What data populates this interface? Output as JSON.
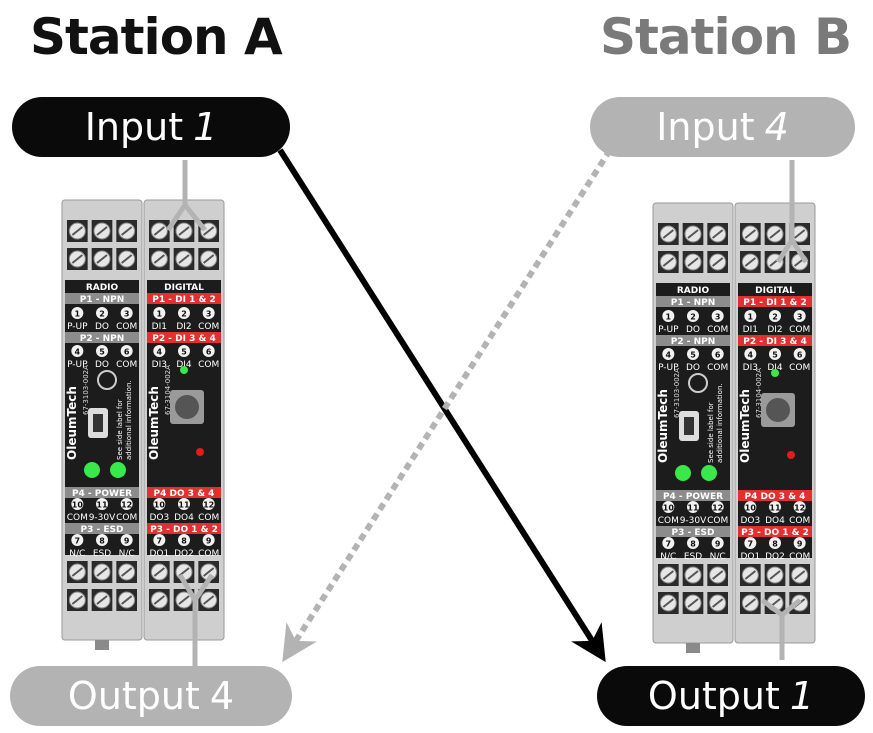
{
  "stations": {
    "a": {
      "title": "Station A"
    },
    "b": {
      "title": "Station B"
    }
  },
  "pills": {
    "input_a": {
      "label": "Input",
      "num": "1"
    },
    "input_b": {
      "label": "Input",
      "num": "4"
    },
    "output_a": {
      "label": "Output",
      "num": "4"
    },
    "output_b": {
      "label": "Output",
      "num": "1"
    }
  },
  "device": {
    "radio": {
      "header": "RADIO",
      "p1": "P1 - NPN",
      "p2": "P2 - NPN",
      "p4": "P4 - POWER",
      "p3": "P3 - ESD",
      "row1": [
        "P-UP",
        "DO",
        "COM"
      ],
      "row2": [
        "P-UP",
        "DO",
        "COM"
      ],
      "row3": [
        "COM",
        "9-30V",
        "COM"
      ],
      "row4": [
        "N/C",
        "ESD",
        "N/C"
      ],
      "nums1": [
        "1",
        "2",
        "3"
      ],
      "nums2": [
        "4",
        "5",
        "6"
      ],
      "nums3": [
        "10",
        "11",
        "12"
      ],
      "nums4": [
        "7",
        "8",
        "9"
      ],
      "part": "67-3103-002A",
      "brand": "OleumTech",
      "note1": "See side label for",
      "note2": "additional information."
    },
    "digital": {
      "header": "DIGITAL",
      "p1": "P1 - DI 1 & 2",
      "p2": "P2 - DI 3 & 4",
      "p4": "P4  DO 3 & 4",
      "p3": "P3 - DO 1 & 2",
      "row1": [
        "DI1",
        "DI2",
        "COM"
      ],
      "row2": [
        "DI3",
        "DI4",
        "COM"
      ],
      "row3": [
        "DO3",
        "DO4",
        "COM"
      ],
      "row4": [
        "DO1",
        "DO2",
        "COM"
      ],
      "nums1": [
        "1",
        "2",
        "3"
      ],
      "nums2": [
        "4",
        "5",
        "6"
      ],
      "nums3": [
        "10",
        "11",
        "12"
      ],
      "nums4": [
        "7",
        "8",
        "9"
      ],
      "part": "67-3104-002A",
      "brand": "OleumTech"
    }
  },
  "colors": {
    "dark_path": "#000000",
    "light_path": "#b3b3b3",
    "panel_red": "#e03030",
    "panel_body": "#1c1c1c",
    "led_green": "#39e84a",
    "led_red": "#e21b1b"
  }
}
